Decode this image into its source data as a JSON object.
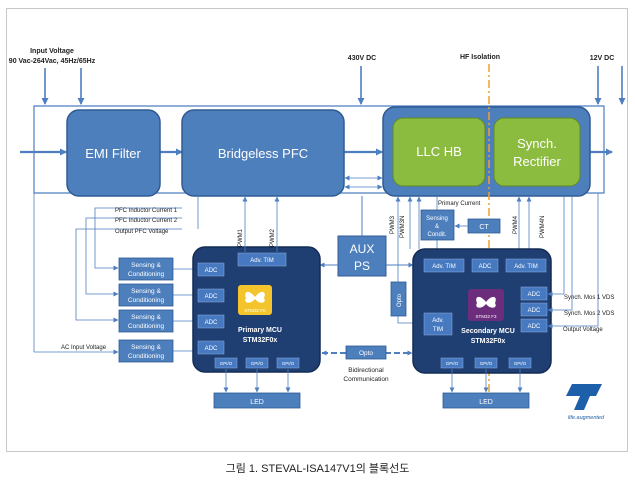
{
  "top_labels": {
    "input_voltage_line1": "Input Voltage",
    "input_voltage_line2": "90 Vac-264Vac, 45Hz/65Hz",
    "dc430": "430V DC",
    "hf_isolation": "HF Isolation",
    "dc12": "12V DC"
  },
  "blocks": {
    "emi": "EMI Filter",
    "pfc": "Bridgeless PFC",
    "llc": "LLC HB",
    "synch_line1": "Synch.",
    "synch_line2": "Rectifier",
    "aux_line1": "AUX",
    "aux_line2": "PS",
    "ct": "CT",
    "sens_cond_line1": "Sensing",
    "sens_cond_line2": "&",
    "sens_cond_line3": "Condit.",
    "opto_vertical": "Opto",
    "opto_bottom": "Opto",
    "led_left": "LED",
    "led_right": "LED"
  },
  "signals": {
    "pfc_ic1": "PFC Inductor Current 1",
    "pfc_ic2": "PFC Inductor Current 2",
    "out_pfc_v": "Output PFC Voltage",
    "ac_input_v": "AC Input Voltage",
    "primary_current": "Primary Current",
    "pwm1": "PWM1",
    "pwm2": "PWM2",
    "pwm3": "PWM3",
    "pwm3n": "PWM3N",
    "pwm4": "PWM4",
    "pwm4n": "PWM4N",
    "synch_mos1": "Synch. Mos 1 VDS",
    "synch_mos2": "Synch. Mos 2 VDS",
    "output_voltage": "Output Voltage",
    "bidir_line1": "Bidirectional",
    "bidir_line2": "Communication"
  },
  "sensing": {
    "line1": "Sensing &",
    "line2": "Conditioning"
  },
  "primary_mcu": {
    "adv_tim": "Adv. TIM",
    "adc": "ADC",
    "gpio": "GPI/O",
    "chip": "STM32 F0",
    "name_line1": "Primary MCU",
    "name_line2": "STM32F0x"
  },
  "secondary_mcu": {
    "adv_tim": "Adv. TIM",
    "adc": "ADC",
    "adv_line1": "Adv.",
    "adv_line2": "TIM",
    "gpio": "GPI/O",
    "chip": "STM32 F3",
    "name_line1": "Secondary MCU",
    "name_line2": "STM32F0x"
  },
  "logo": {
    "tagline": "life.augmented"
  },
  "caption": "그림 1. STEVAL-ISA147V1의 블록선도",
  "colors": {
    "block_blue": "#4d7fbd",
    "block_border": "#2f5b93",
    "mcu_navy": "#1f3f73",
    "inner_blue": "#4679c0",
    "green": "#8cbc3f",
    "line_blue": "#4e7fc0",
    "isolation_orange": "#f0a030",
    "chip_yellow": "#f3c42b",
    "chip_purple": "#6b2d7c",
    "st_blue": "#1d5fa8"
  }
}
